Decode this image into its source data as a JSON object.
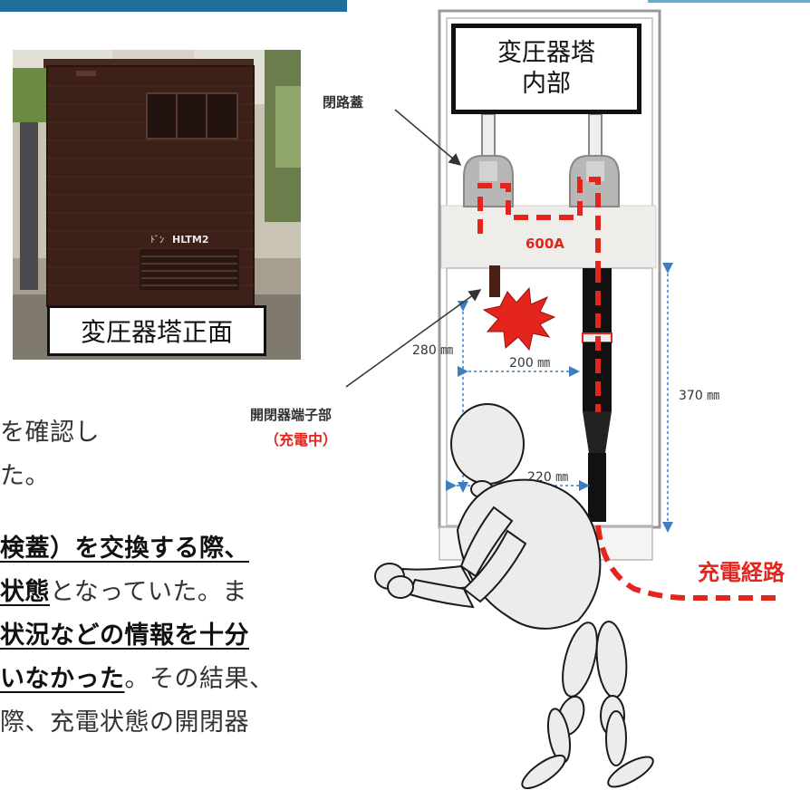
{
  "photo": {
    "caption": "変圧器塔正面",
    "model_label": "HLTM2",
    "logo_text": "ﾄﾞﾝ"
  },
  "diagram": {
    "tower_label_line1": "変圧器塔",
    "tower_label_line2": "内部",
    "lid_label": "閉路蓋",
    "current_label": "600A",
    "terminal_label": "開閉器端子部",
    "terminal_status": "（充電中）",
    "route_label": "充電経路",
    "dim_280": "280 ㎜",
    "dim_200": "200 ㎜",
    "dim_220": "220 ㎜",
    "dim_370": "370 ㎜"
  },
  "body_text": {
    "line1": "を確認し",
    "line2": "た。",
    "line3": "検蓋）を交換する際、",
    "line4_bold": "状態",
    "line4_rest": "となっていた。ま",
    "line5": "状況などの情報を十分",
    "line6_bold": "いなかった",
    "line6_rest": "。その結果、",
    "line7": "際、充電状態の開閉器"
  },
  "colors": {
    "header_blue": "#1e6e9b",
    "alert_red": "#e3251d",
    "cabinet_brown": "#3d2119",
    "dimension_blue": "#3f7fbf"
  }
}
